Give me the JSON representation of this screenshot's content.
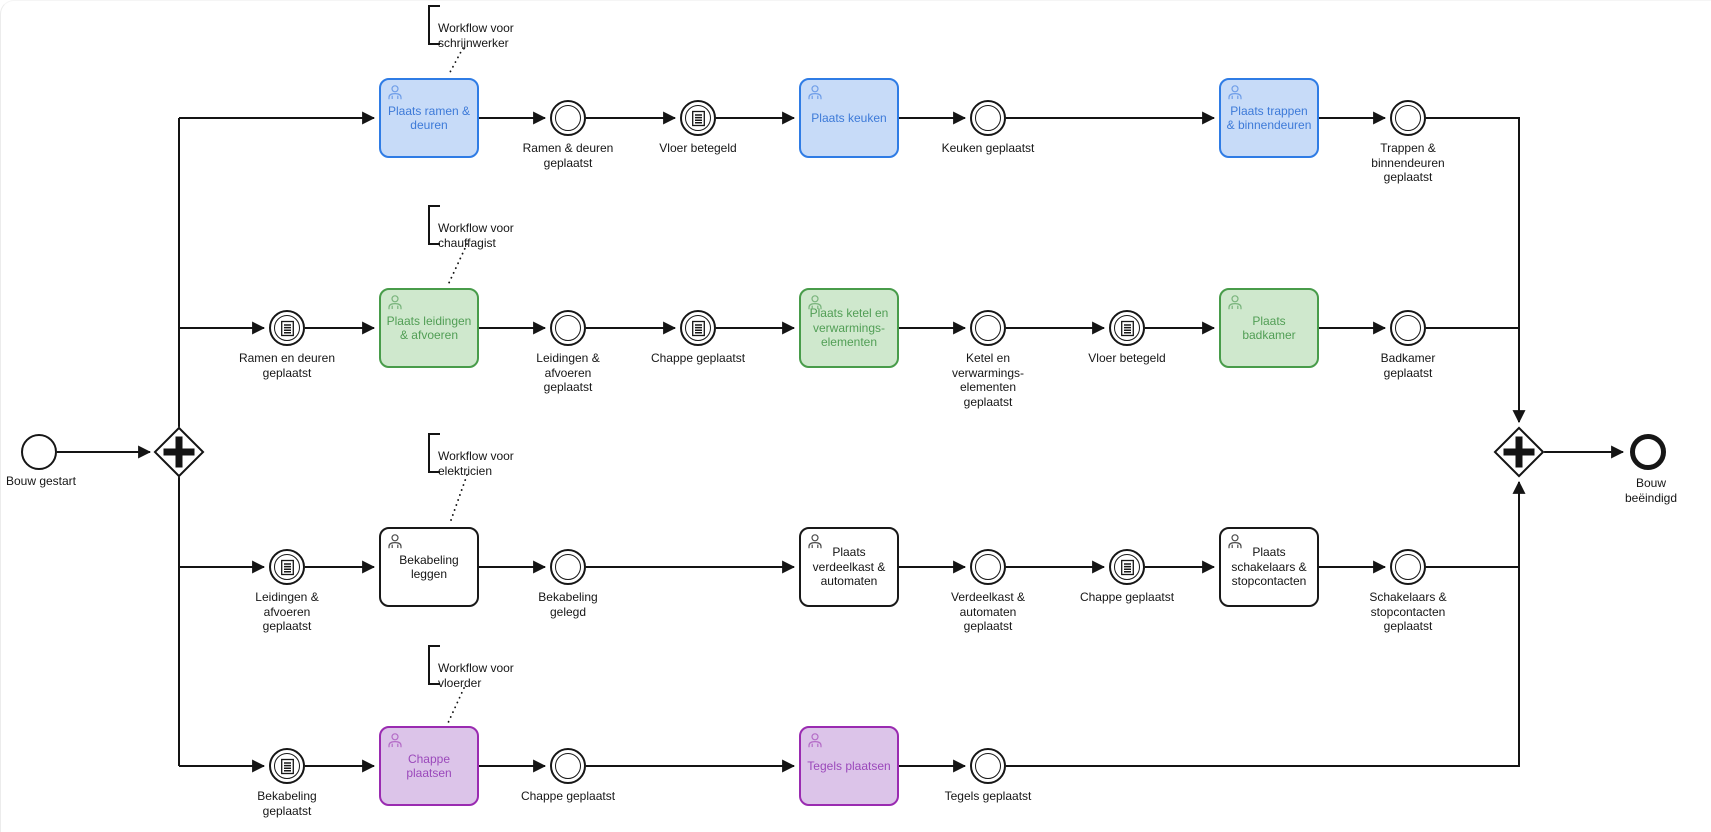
{
  "diagram": {
    "type": "bpmn-process",
    "background": "#ffffff",
    "flow_color": "#141414",
    "icons": {
      "task_marker": "user-icon",
      "conditional_event_marker": "lined-page-icon",
      "gateway_marker": "plus-icon"
    },
    "start_event": {
      "label": "Bouw gestart"
    },
    "end_event": {
      "label": "Bouw beëindigd"
    },
    "gateways": [
      {
        "id": "split",
        "type": "parallel",
        "symbol": "+"
      },
      {
        "id": "join",
        "type": "parallel",
        "symbol": "+"
      }
    ],
    "lanes": [
      {
        "worker": "schrijnwerker",
        "annotation": "Workflow voor\nschrijnwerker",
        "colors": {
          "fill": "#c7dbf8",
          "stroke": "#2f7ce5",
          "text": "#3d7ad8"
        },
        "nodes": [
          {
            "type": "user-task",
            "label": "Plaats ramen &\ndeuren"
          },
          {
            "type": "intermediate-event",
            "label": "Ramen & deuren\ngeplaatst"
          },
          {
            "type": "conditional-event",
            "label": "Vloer betegeld"
          },
          {
            "type": "user-task",
            "label": "Plaats keuken"
          },
          {
            "type": "intermediate-event",
            "label": "Keuken geplaatst"
          },
          {
            "type": "user-task",
            "label": "Plaats trappen\n& binnendeuren"
          },
          {
            "type": "intermediate-event",
            "label": "Trappen &\nbinnendeuren\ngeplaatst"
          }
        ]
      },
      {
        "worker": "chauffagist",
        "annotation": "Workflow voor\nchauffagist",
        "colors": {
          "fill": "#cfe8cd",
          "stroke": "#489c4a",
          "text": "#519e55"
        },
        "nodes": [
          {
            "type": "conditional-event",
            "label": "Ramen en deuren\ngeplaatst"
          },
          {
            "type": "user-task",
            "label": "Plaats leidingen\n& afvoeren"
          },
          {
            "type": "intermediate-event",
            "label": "Leidingen &\nafvoeren\ngeplaatst"
          },
          {
            "type": "conditional-event",
            "label": "Chappe geplaatst"
          },
          {
            "type": "user-task",
            "label": "Plaats ketel en\nverwarmings-\nelementen"
          },
          {
            "type": "intermediate-event",
            "label": "Ketel en\nverwarmings-\nelementen\ngeplaatst"
          },
          {
            "type": "conditional-event",
            "label": "Vloer betegeld"
          },
          {
            "type": "user-task",
            "label": "Plaats\nbadkamer"
          },
          {
            "type": "intermediate-event",
            "label": "Badkamer\ngeplaatst"
          }
        ]
      },
      {
        "worker": "elektricien",
        "annotation": "Workflow voor\nelektricien",
        "colors": {
          "fill": "#ffffff",
          "stroke": "#191919",
          "text": "#141414"
        },
        "nodes": [
          {
            "type": "conditional-event",
            "label": "Leidingen &\nafvoeren\ngeplaatst"
          },
          {
            "type": "user-task",
            "label": "Bekabeling\nleggen"
          },
          {
            "type": "intermediate-event",
            "label": "Bekabeling\ngelegd"
          },
          {
            "type": "user-task",
            "label": "Plaats\nverdeelkast &\nautomaten"
          },
          {
            "type": "intermediate-event",
            "label": "Verdeelkast &\nautomaten\ngeplaatst"
          },
          {
            "type": "conditional-event",
            "label": "Chappe geplaatst"
          },
          {
            "type": "user-task",
            "label": "Plaats\nschakelaars &\nstopcontacten"
          },
          {
            "type": "intermediate-event",
            "label": "Schakelaars &\nstopcontacten\ngeplaatst"
          }
        ]
      },
      {
        "worker": "vloerder",
        "annotation": "Workflow voor\nvloerder",
        "colors": {
          "fill": "#dcc4e9",
          "stroke": "#9a2bb1",
          "text": "#9b49bb"
        },
        "nodes": [
          {
            "type": "conditional-event",
            "label": "Bekabeling\ngeplaatst"
          },
          {
            "type": "user-task",
            "label": "Chappe\nplaatsen"
          },
          {
            "type": "intermediate-event",
            "label": "Chappe geplaatst"
          },
          {
            "type": "user-task",
            "label": "Tegels plaatsen"
          },
          {
            "type": "intermediate-event",
            "label": "Tegels geplaatst"
          }
        ]
      }
    ]
  }
}
